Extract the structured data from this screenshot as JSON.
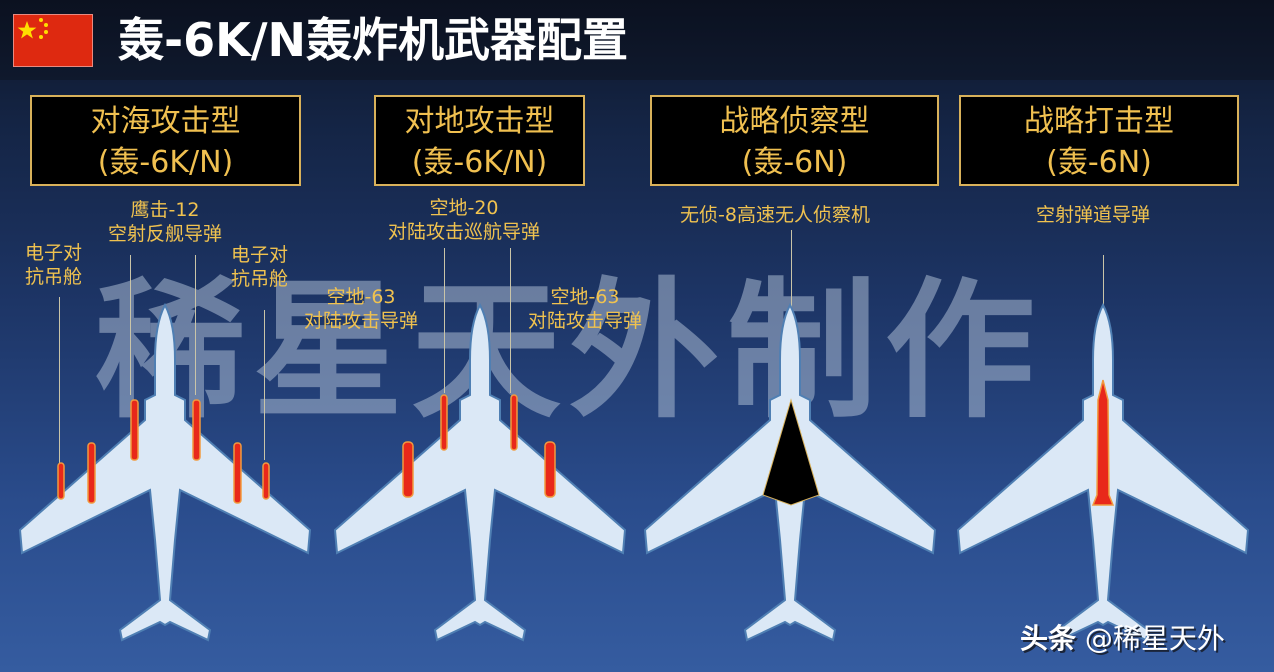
{
  "header": {
    "title": "轰-6K/N轰炸机武器配置",
    "flag": "china-flag-icon"
  },
  "watermark": "稀星天外制作",
  "panels": [
    {
      "title": "对海攻击型",
      "subtitle": "(轰-6K/N)",
      "labels": [
        {
          "text": [
            "鹰击-12",
            "空射反舰导弹"
          ]
        },
        {
          "text": [
            "电子对",
            "抗吊舱"
          ]
        },
        {
          "text": [
            "电子对",
            "抗吊舱"
          ]
        }
      ]
    },
    {
      "title": "对地攻击型",
      "subtitle": "(轰-6K/N)",
      "labels": [
        {
          "text": [
            "空地-20",
            "对陆攻击巡航导弹"
          ]
        },
        {
          "text": [
            "空地-63",
            "对陆攻击导弹"
          ]
        },
        {
          "text": [
            "空地-63",
            "对陆攻击导弹"
          ]
        }
      ]
    },
    {
      "title": "战略侦察型",
      "subtitle": "(轰-6N)",
      "labels": [
        {
          "text": [
            "无侦-8高速无人侦察机"
          ]
        }
      ]
    },
    {
      "title": "战略打击型",
      "subtitle": "(轰-6N)",
      "labels": [
        {
          "text": [
            "空射弹道导弹"
          ]
        }
      ]
    }
  ],
  "credit": {
    "platform": "头条",
    "handle": "@稀星天外"
  },
  "colors": {
    "gold": "#f0c24f",
    "card_border": "#d8b15a",
    "missile_red": "#e8281a",
    "plane_fill": "#dbe8f6",
    "plane_line": "#4f7fb3"
  }
}
